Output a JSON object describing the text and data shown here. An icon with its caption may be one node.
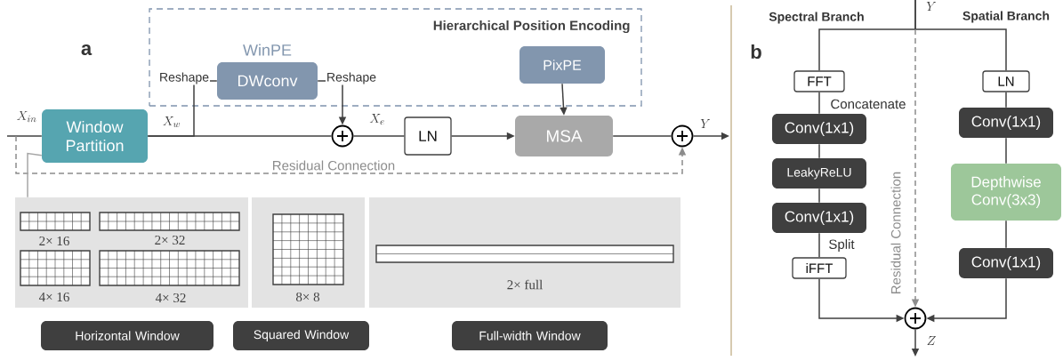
{
  "diagram": {
    "nodes": [
      {
        "text": [
          "Hierarchical Position Encoding"
        ]
      },
      {
        "text": [
          "WinPE",
          "DWconv"
        ],
        "in": 0
      },
      {
        "text": [
          "PixPE"
        ],
        "in": 0
      },
      {
        "text": [
          "Window Partition"
        ]
      },
      {
        "text": [],
        "shape": "circle"
      },
      {
        "text": [
          "LN"
        ]
      },
      {
        "text": [
          "MSA"
        ]
      },
      {
        "text": [],
        "shape": "circle"
      },
      {
        "text": [
          "2× 16",
          "2× 32",
          "4× 16",
          "4× 32"
        ]
      },
      {
        "text": [
          "8× 8"
        ]
      },
      {
        "text": [
          "2× full"
        ]
      },
      {
        "text": [
          "Horizontal Window"
        ]
      },
      {
        "text": [
          "Squared Window"
        ]
      },
      {
        "text": [
          "Full-width Window"
        ]
      },
      {
        "text": [
          "FFT"
        ]
      },
      {
        "text": [
          "Conv(1x1)"
        ]
      },
      {
        "text": [
          "LeakyReLU"
        ]
      },
      {
        "text": [
          "Conv(1x1)"
        ]
      },
      {
        "text": [
          "iFFT"
        ]
      },
      {
        "text": [
          "LN"
        ]
      },
      {
        "text": [
          "Conv(1x1)"
        ]
      },
      {
        "text": [
          "Depthwise Conv(3x3)"
        ]
      },
      {
        "text": [
          "Conv(1x1)"
        ]
      },
      {
        "text": [],
        "shape": "circle"
      }
    ],
    "edges": [
      {
        "from": null,
        "to": 3,
        "arrow": "none",
        "label": "X_{in}"
      },
      {
        "from": 3,
        "to": 4,
        "arrow": "none",
        "label": "X_w"
      },
      {
        "from": 3,
        "to": 1,
        "arrow": "none",
        "label": "Reshape"
      },
      {
        "from": 1,
        "to": 4,
        "arrow": "to",
        "label": "Reshape"
      },
      {
        "from": 4,
        "to": 5,
        "arrow": "none",
        "label": "X_e"
      },
      {
        "from": 5,
        "to": 6,
        "arrow": "to"
      },
      {
        "from": 2,
        "to": 6,
        "arrow": "to"
      },
      {
        "from": 6,
        "to": 7,
        "arrow": "none"
      },
      {
        "from": 7,
        "to": null,
        "arrow": "to",
        "label": "Y"
      },
      {
        "from": null,
        "to": 7,
        "arrow": "to",
        "style": "dashed",
        "color": "#8c8c8c",
        "label": "Residual Connection"
      },
      {
        "from": 3,
        "to": 8,
        "arrow": "none",
        "color": "#a6a6a6"
      },
      {
        "from": null,
        "to": 14,
        "arrow": "none",
        "label": "Y"
      },
      {
        "from": null,
        "to": 19,
        "arrow": "none"
      },
      {
        "from": 14,
        "to": 15,
        "arrow": "none",
        "label": "Concatenate"
      },
      {
        "from": 15,
        "to": 16,
        "arrow": "none"
      },
      {
        "from": 16,
        "to": 17,
        "arrow": "none"
      },
      {
        "from": 17,
        "to": 18,
        "arrow": "none",
        "label": "Split"
      },
      {
        "from": 18,
        "to": 23,
        "arrow": "to"
      },
      {
        "from": 19,
        "to": 20,
        "arrow": "none"
      },
      {
        "from": 20,
        "to": 21,
        "arrow": "none"
      },
      {
        "from": 21,
        "to": 22,
        "arrow": "none"
      },
      {
        "from": 22,
        "to": 23,
        "arrow": "to"
      },
      {
        "from": null,
        "to": 23,
        "arrow": "to",
        "style": "dashed",
        "color": "#8c8c8c",
        "label": "Residual Connection"
      },
      {
        "from": 23,
        "to": null,
        "arrow": "to",
        "label": "Z"
      }
    ],
    "labels": [
      "a",
      "b",
      "Spectral Branch",
      "Spatial Branch"
    ]
  }
}
